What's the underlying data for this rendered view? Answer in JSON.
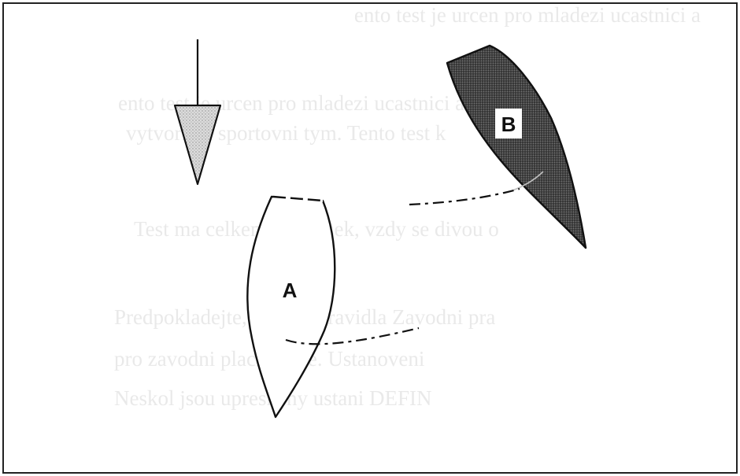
{
  "figure": {
    "boat_a": {
      "label": "A"
    },
    "boat_b": {
      "label": "B"
    }
  },
  "background_text": [
    "ento test je urcen pro mladezi ucastnici a",
    "vytvorit si sportovni tym. Tento test k",
    "Test ma celkem 39 otazek, vzdy se divou o",
    "Predpokladejte, ze chat pravidla Zavodni pra",
    "pro zavodni plachetnice. Ustanoveni",
    "Neskol jsou upresneny ustani DEFIN"
  ],
  "colors": {
    "ink": "#111111",
    "boat_b_fill": "#3a3a3a",
    "wind_arrow_fill": "#cfcfcf"
  },
  "icons": {
    "wind_arrow": "wind-arrow-icon"
  }
}
